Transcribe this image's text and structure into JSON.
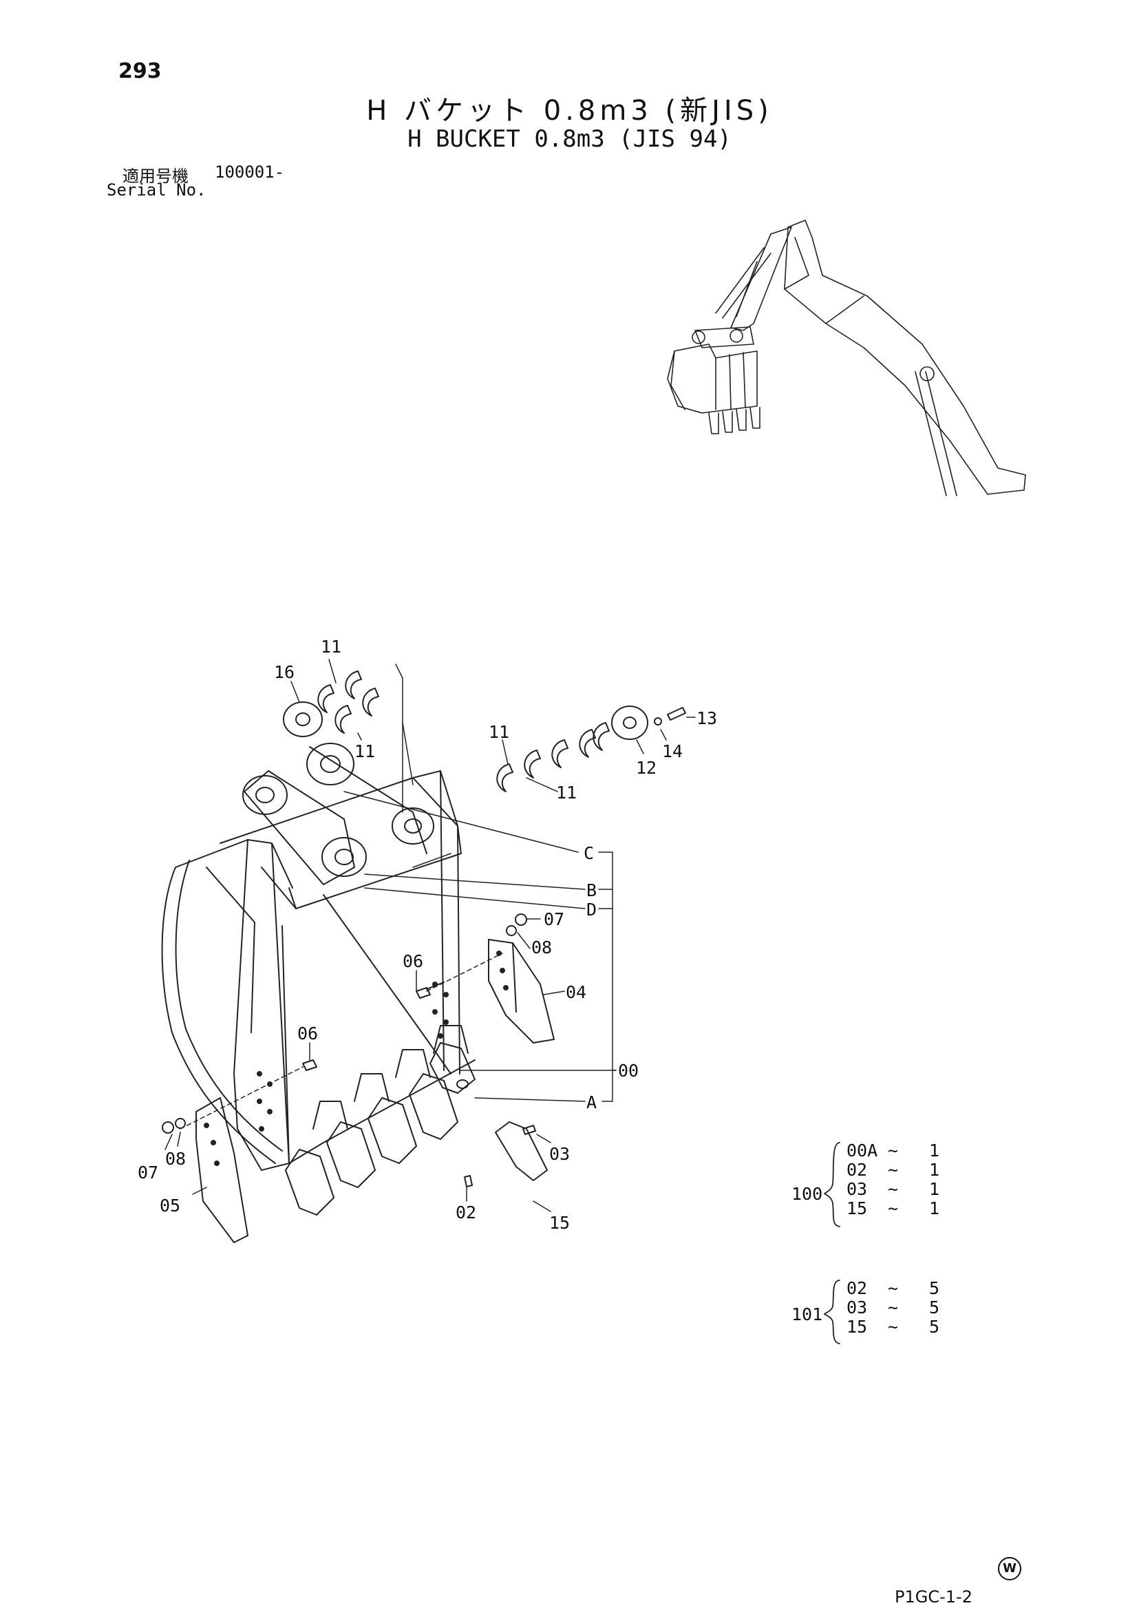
{
  "page_number": "293",
  "title_ja": "H バケット 0.8m3 (新JIS)",
  "title_en": "H BUCKET 0.8m3 (JIS 94)",
  "serial": {
    "label_ja": "適用号機",
    "value": "100001-",
    "label_en": "Serial No."
  },
  "part_labels": [
    "11",
    "16",
    "11",
    "11",
    "11",
    "13",
    "14",
    "12",
    "C",
    "B",
    "D",
    "07",
    "08",
    "06",
    "04",
    "06",
    "00",
    "A",
    "03",
    "02",
    "15",
    "07",
    "08",
    "05"
  ],
  "groups": [
    {
      "id": "100",
      "lines": [
        {
          "part": "00A",
          "qty": "1"
        },
        {
          "part": "02",
          "qty": "1"
        },
        {
          "part": "03",
          "qty": "1"
        },
        {
          "part": "15",
          "qty": "1"
        }
      ]
    },
    {
      "id": "101",
      "lines": [
        {
          "part": "02",
          "qty": "5"
        },
        {
          "part": "03",
          "qty": "5"
        },
        {
          "part": "15",
          "qty": "5"
        }
      ]
    }
  ],
  "range_symbol": "~",
  "logo_letter": "W",
  "drawing_code": "P1GC-1-2"
}
